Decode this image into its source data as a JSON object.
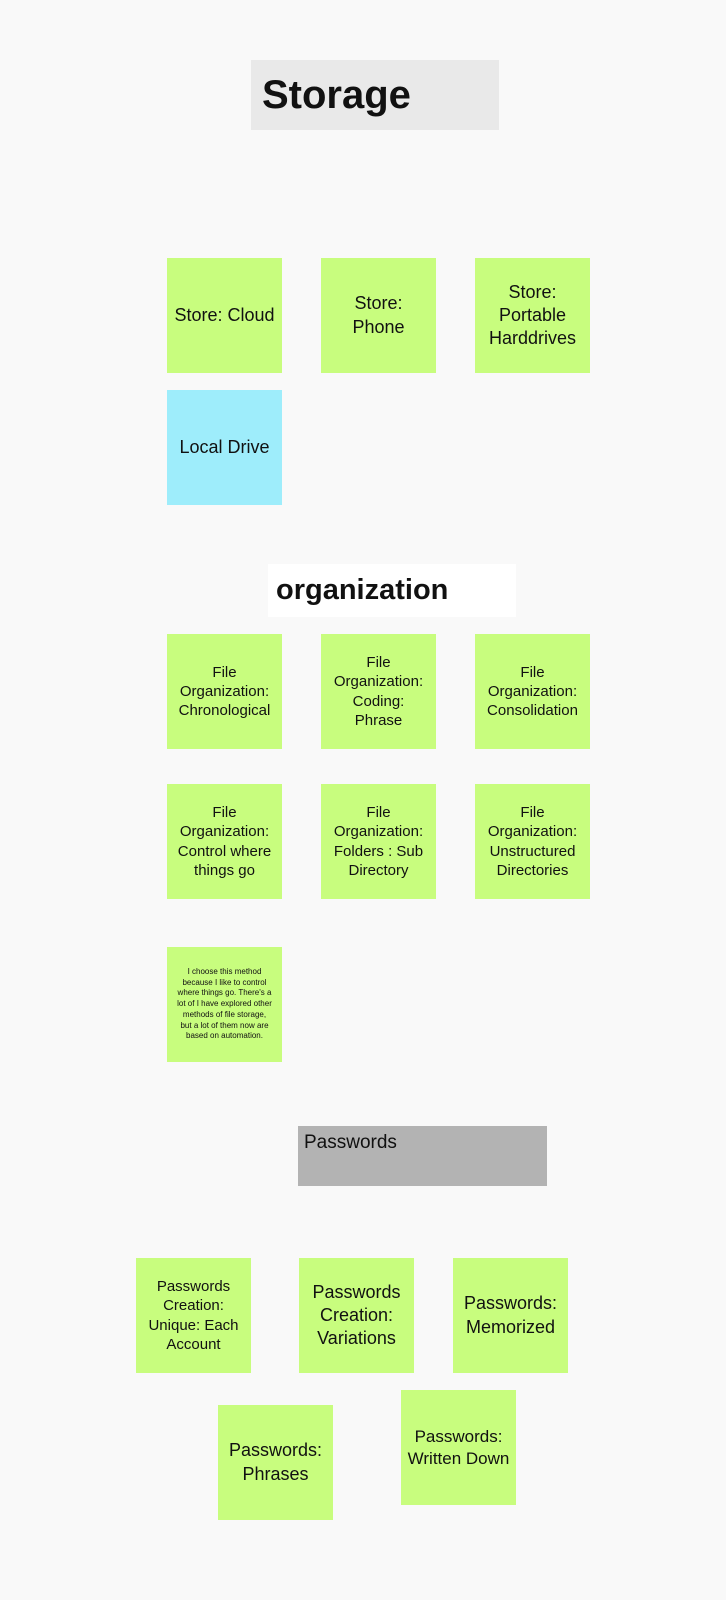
{
  "sections": {
    "storage": {
      "title": "Storage",
      "notes": [
        "Store: Cloud",
        "Store: Phone",
        "Store: Portable Harddrives",
        "Local Drive"
      ]
    },
    "organization": {
      "title": "organization",
      "notes": [
        "File Organization: Chronological",
        "File Organization: Coding: Phrase",
        "File Organization: Consolidation",
        "File Organization: Control where things go",
        "File Organization: Folders : Sub Directory",
        "File Organization: Unstructured Directories",
        "I choose this method because I like to control where things go. There's a lot of I have explored other methods of file storage, but a lot of them now are based on automation."
      ]
    },
    "passwords": {
      "title": "Passwords",
      "notes": [
        "Passwords Creation: Unique: Each Account",
        "Passwords Creation: Variations",
        "Passwords: Memorized",
        "Passwords: Phrases",
        "Passwords: Written Down"
      ]
    }
  },
  "colors": {
    "canvas": "#f9f9f9",
    "sticky_green": "#c8fd7e",
    "sticky_blue": "#9eedfb",
    "storage_header_bg": "#e9e9e9",
    "organization_header_bg": "#ffffff",
    "passwords_header_bg": "#b3b3b3"
  }
}
